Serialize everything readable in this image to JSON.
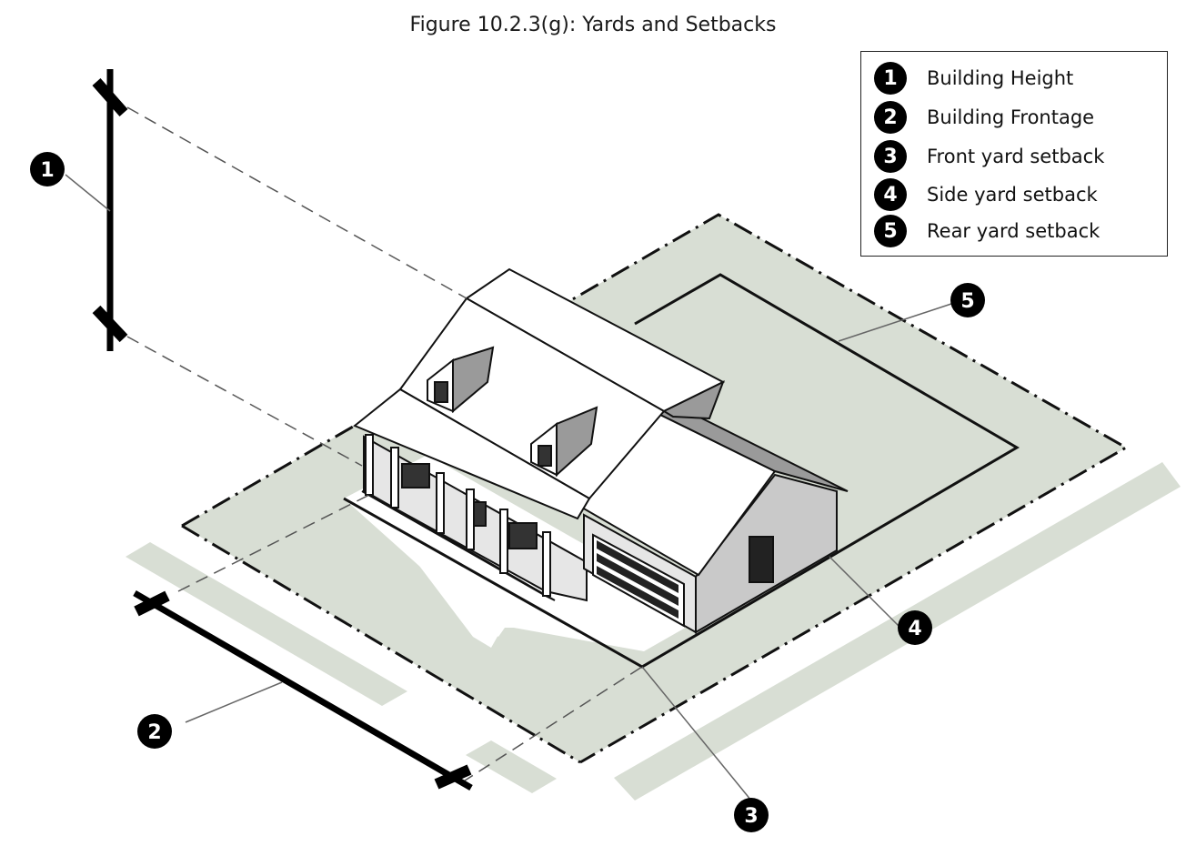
{
  "title": "Figure 10.2.3(g): Yards and Setbacks",
  "legend": {
    "items": [
      {
        "number": "1",
        "label": "Building Height"
      },
      {
        "number": "2",
        "label": "Building Frontage"
      },
      {
        "number": "3",
        "label": "Front yard setback"
      },
      {
        "number": "4",
        "label": "Side yard setback"
      },
      {
        "number": "5",
        "label": "Rear yard setback"
      }
    ]
  },
  "callouts": [
    "1",
    "2",
    "3",
    "4",
    "5"
  ],
  "colors": {
    "yard_fill": "#d8ded4",
    "line": "#111111",
    "roof": "#ffffff",
    "wall_dark": "#8f8f8f",
    "wall_mid": "#c9c9c9",
    "wall_light": "#e6e6e6"
  }
}
